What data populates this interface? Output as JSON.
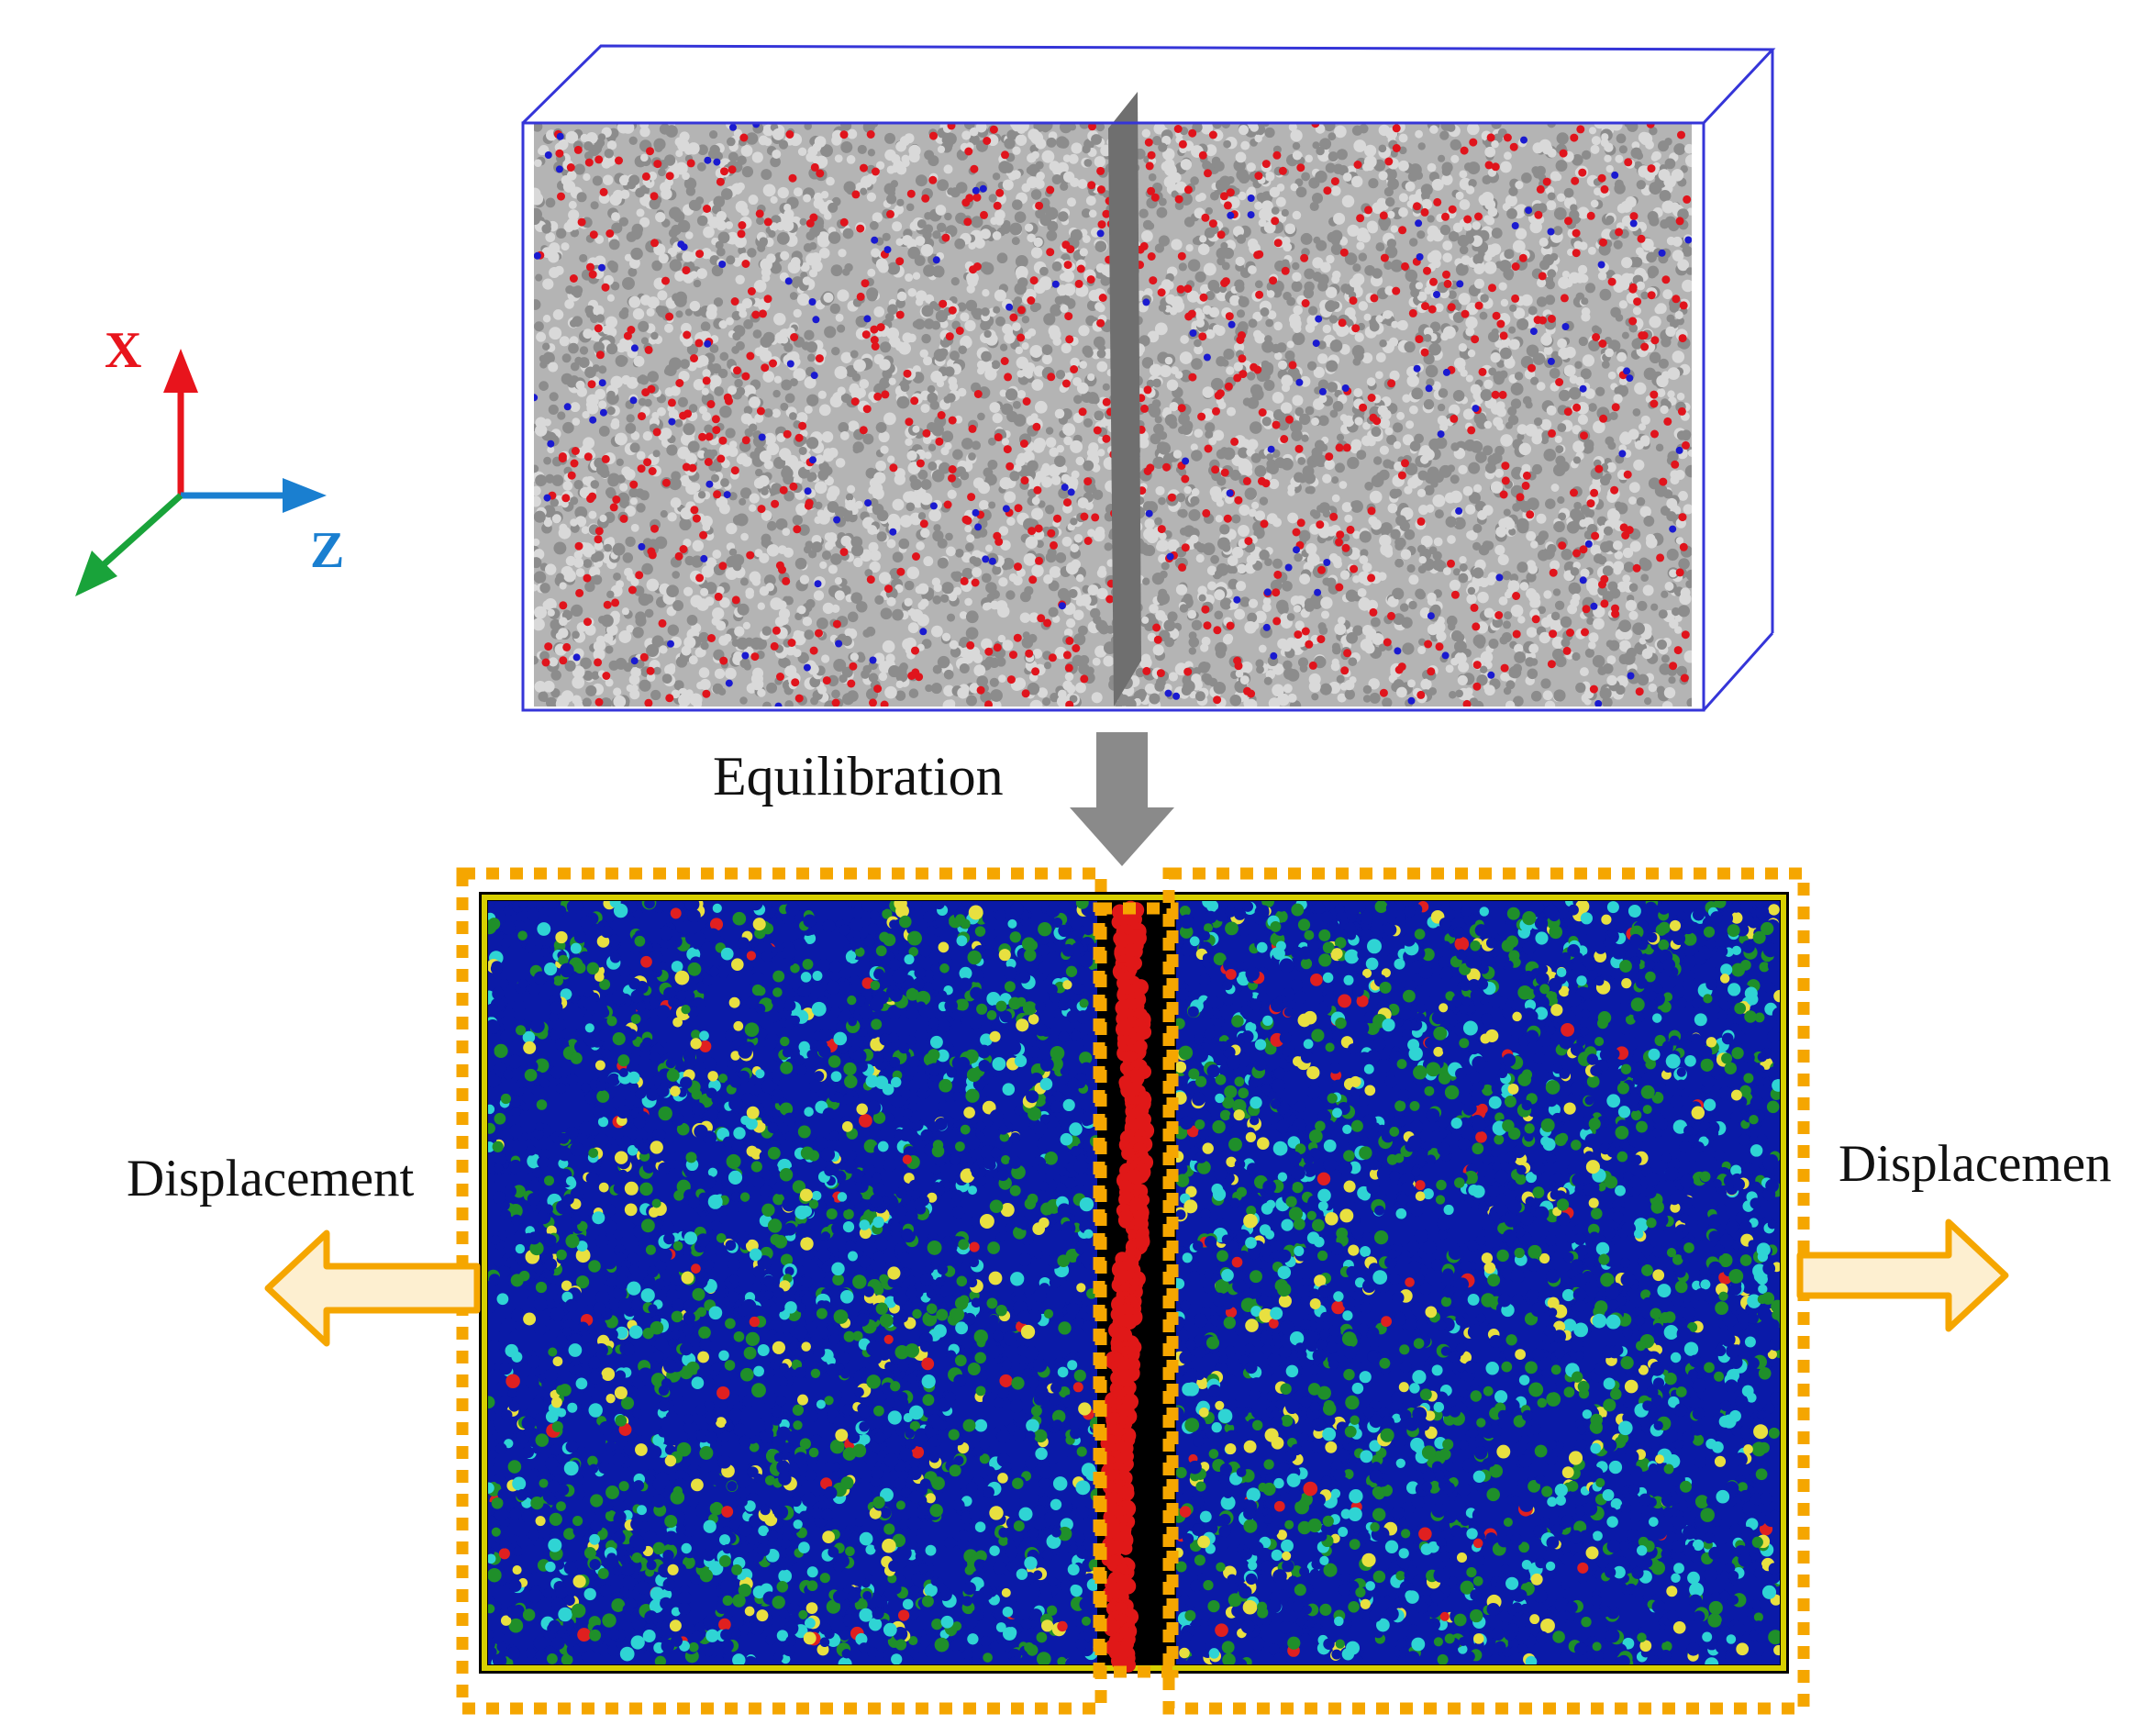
{
  "labels": {
    "equilibration": "Equilibration",
    "displacement_left": "Displacement",
    "displacement_right": "Displacemen"
  },
  "axes": {
    "x": {
      "label": "X",
      "color": "#e8141c"
    },
    "z": {
      "label": "Z",
      "color": "#1a7fd0"
    },
    "y": {
      "label": "",
      "color": "#19a33a"
    }
  },
  "colors": {
    "box_outline": "#3535d8",
    "atom_carbon": "#8c8c8c",
    "atom_hydrogen": "#d9d9d9",
    "atom_oxygen": "#e0141c",
    "atom_nitrogen": "#1a1ad0",
    "graphene_sheet": "#6f6f6f",
    "process_arrow": "#8a8a8a",
    "dotted_frame": "#f5a600",
    "displacement_arrow_fill": "#fdefd0",
    "displacement_arrow_stroke": "#f5a600",
    "stress_map": [
      "#0a1aa8",
      "#1f8f2a",
      "#2fd4d4",
      "#e8e040",
      "#e02020"
    ],
    "interface_band": "#e01818"
  }
}
